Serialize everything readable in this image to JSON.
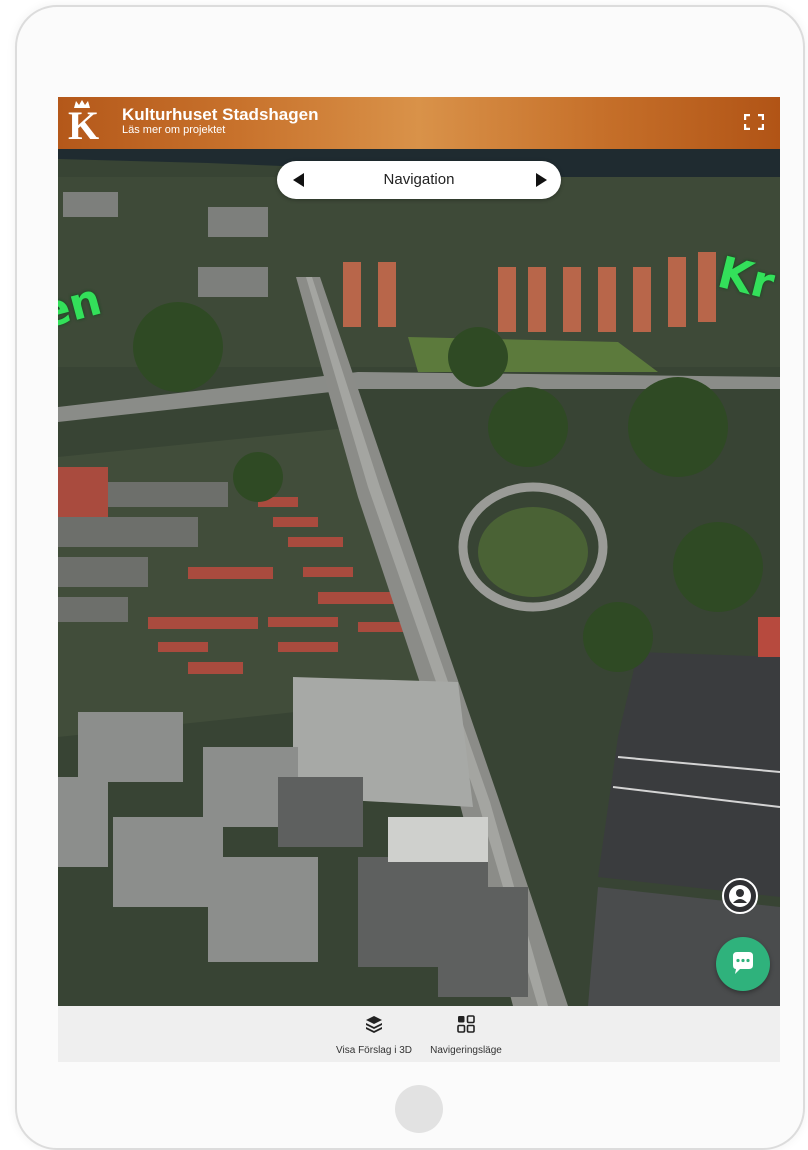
{
  "header": {
    "logo_letter": "K",
    "title": "Kulturhuset Stadshagen",
    "subtitle": "Läs mer om projektet",
    "fullscreen_icon": "fullscreen-icon"
  },
  "navigation": {
    "label": "Navigation",
    "prev_icon": "triangle-left-icon",
    "next_icon": "triangle-right-icon"
  },
  "map_labels": {
    "left": "en",
    "right": "Kr"
  },
  "floating": {
    "person_icon": "person-icon",
    "chat_icon": "chat-bubble-icon"
  },
  "bottom_bar": {
    "items": [
      {
        "label": "Visa Förslag i 3D",
        "icon": "layers-icon"
      },
      {
        "label": "Navigeringsläge",
        "icon": "grid-icon"
      }
    ]
  },
  "colors": {
    "header_brand": "#c8722c",
    "chat_accent": "#2fb27c",
    "label_green": "#33e05a"
  }
}
